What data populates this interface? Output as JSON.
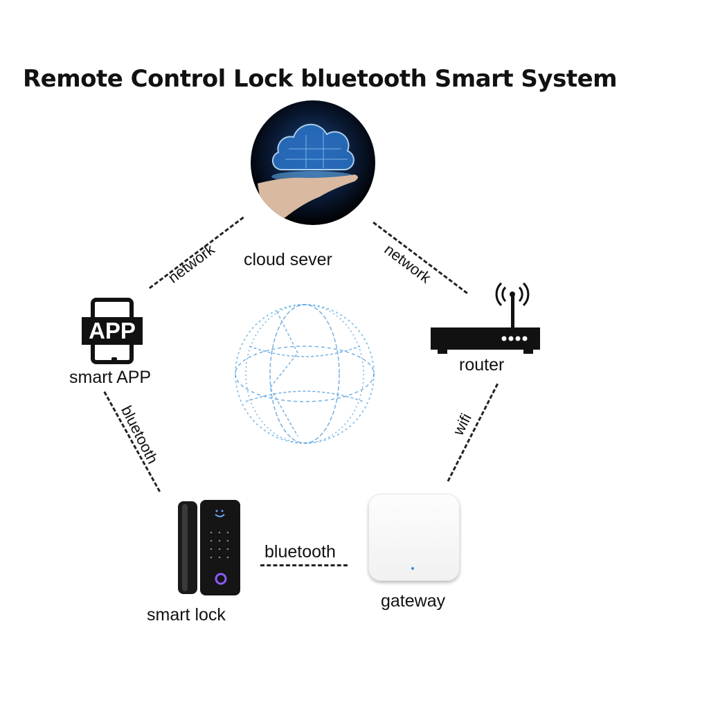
{
  "title": "Remote Control Lock bluetooth Smart System",
  "nodes": {
    "cloud": {
      "label": "cloud sever",
      "icon": "cloud-hand-icon"
    },
    "app": {
      "label": "smart APP",
      "icon_text": "APP",
      "icon": "phone-app-icon"
    },
    "router": {
      "label": "router",
      "icon": "router-icon"
    },
    "lock": {
      "label": "smart lock",
      "icon": "smart-lock-icon"
    },
    "gateway": {
      "label": "gateway",
      "icon": "gateway-icon"
    }
  },
  "links": {
    "app_cloud": "network",
    "cloud_router": "network",
    "app_lock": "bluetooth",
    "router_gateway": "wifi",
    "lock_gateway": "bluetooth"
  },
  "colors": {
    "accent_blue": "#3a8fd8",
    "dark": "#111111"
  }
}
